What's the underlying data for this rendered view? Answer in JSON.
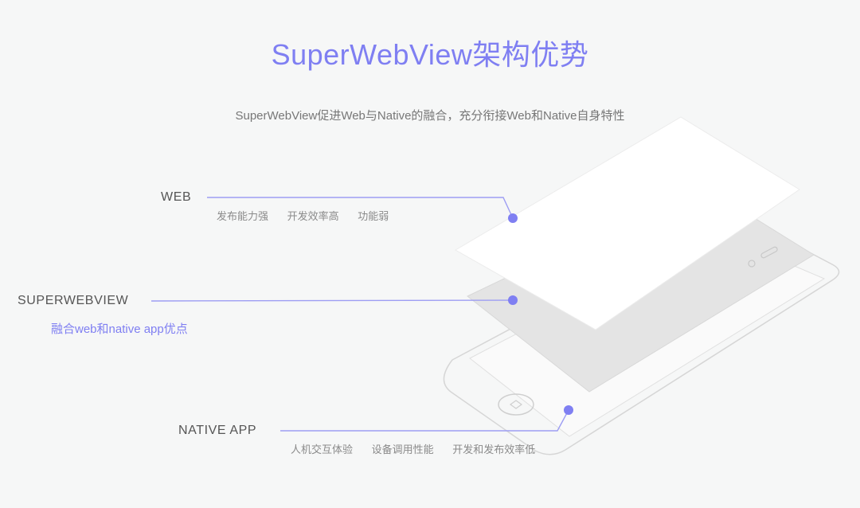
{
  "title": "SuperWebView架构优势",
  "subtitle": "SuperWebView促进Web与Native的融合，充分衔接Web和Native自身特性",
  "colors": {
    "accent": "#7f7ff2",
    "label": "#555555",
    "feature": "#8a8a8a"
  },
  "layers": [
    {
      "label": "WEB",
      "features": [
        "发布能力强",
        "开发效率高",
        "功能弱"
      ]
    },
    {
      "label": "SUPERWEBVIEW",
      "features": [
        "融合web和native app优点"
      ]
    },
    {
      "label": "NATIVE APP",
      "features": [
        "人机交互体验",
        "设备调用性能",
        "开发和发布效率低"
      ]
    }
  ]
}
